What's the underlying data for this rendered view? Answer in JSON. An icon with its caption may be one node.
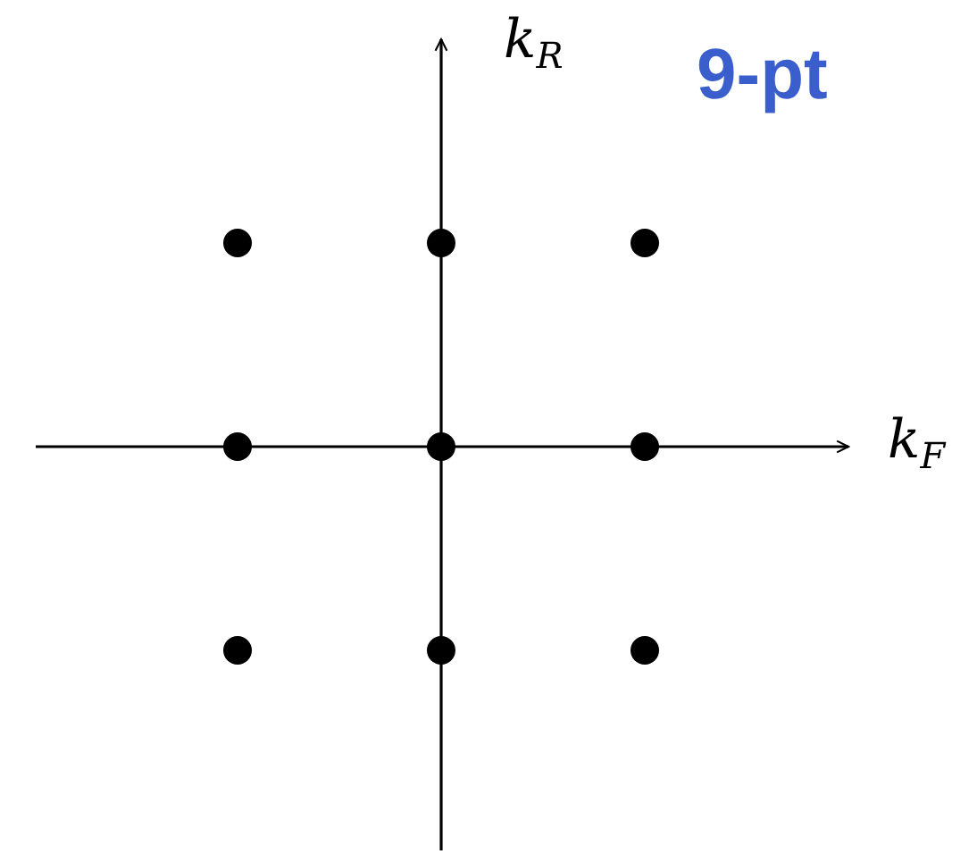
{
  "diagram": {
    "labels": [
      "k$_{R}$",
      "9-pt",
      "k$_{F}$"
    ]
  }
}
